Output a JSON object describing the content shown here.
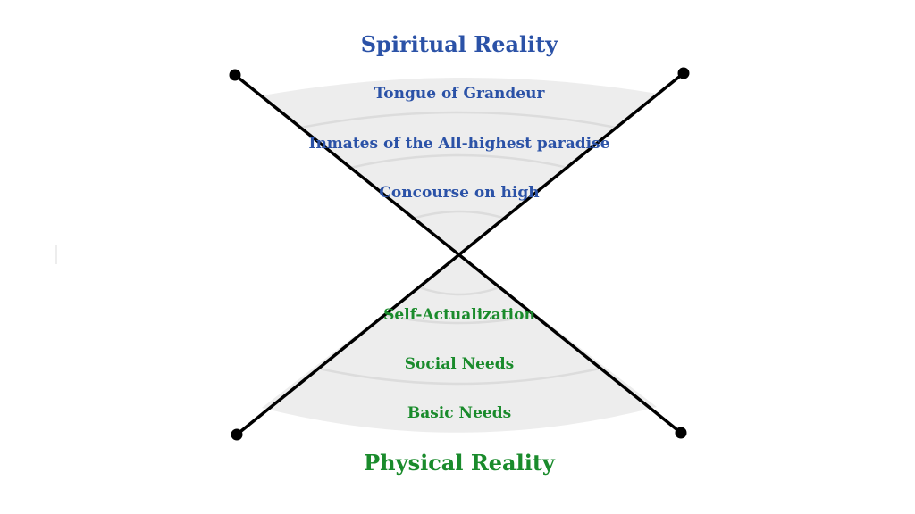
{
  "diagram": {
    "spiritual": {
      "title": "Spiritual Reality",
      "levels": [
        "Tongue of Grandeur",
        "Inmates of the All-highest paradise",
        "Concourse on high"
      ]
    },
    "physical": {
      "title": "Physical Reality",
      "levels": [
        "Self-Actualization",
        "Social Needs",
        "Basic Needs"
      ]
    },
    "colors": {
      "spiritual_text": "#2b52a7",
      "physical_text": "#1a8b2c",
      "fan_fill": "#ededed",
      "arc_stroke": "#dcdcdc",
      "line": "#000000"
    }
  }
}
